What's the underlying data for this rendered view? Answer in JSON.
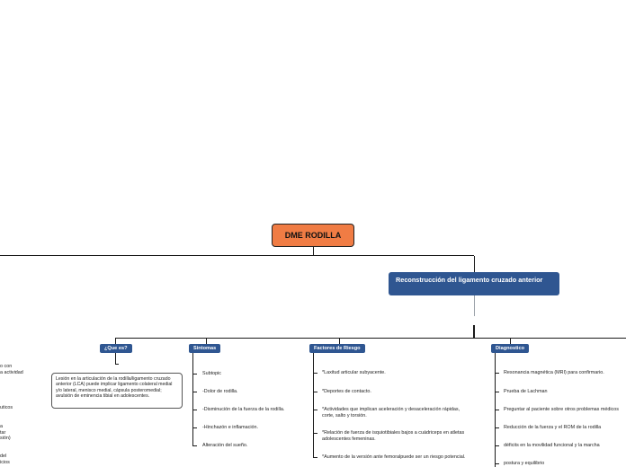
{
  "root": {
    "label": "DME RODILLA"
  },
  "subtopic": {
    "label": "Reconstrucción del ligamento cruzado anterior"
  },
  "categories": {
    "que_es": {
      "label": "¿Que es?",
      "description": "Lesión en la articulación de la rodilla/ligamento cruzado anterior (LCA) puede implicar ligamento colateral medial y/o lateral, menisco medial, cápsula posteromedial; avulsión de eminencia tibial en  adolescentes."
    },
    "sintomas": {
      "label": "Sintomas",
      "items": [
        "Subtopic",
        "-Dolor de rodilla.",
        "-Disminución de la fuerza de la rodilla.",
        "-Hinchazón e inflamación.",
        "Alteración del sueño."
      ]
    },
    "factores": {
      "label": "Factores de Riesgo",
      "items": [
        "*Laxitud articular subyacente.",
        "*Deportes de contacto.",
        "*Actividades que implican aceleración y desaceleración rápidas, corte, salto y torsión.",
        "*Relación de fuerza de isquiotibiales bajos a cuádriceps en atletas adolescentes femeninas.",
        "*Aumento de la versión ante femoralpuede ser un  riesgo potencial."
      ]
    },
    "diagnostico": {
      "label": "Diagnostico",
      "items": [
        "Resonancia magnética (MRI) para confirmario.",
        "Prueba de Lachman",
        "Preguntar al paciente sobre otros problemas médicos",
        "Reducción de la fuerza y el ROM de la rodilla",
        "déficits en la movilidad funcional y la marcha",
        "postura y equilibrio"
      ]
    }
  },
  "left_fragments": [
    "o con\na actividad",
    "uticos",
    "a\ntar\nsión)",
    "del\nicios"
  ]
}
